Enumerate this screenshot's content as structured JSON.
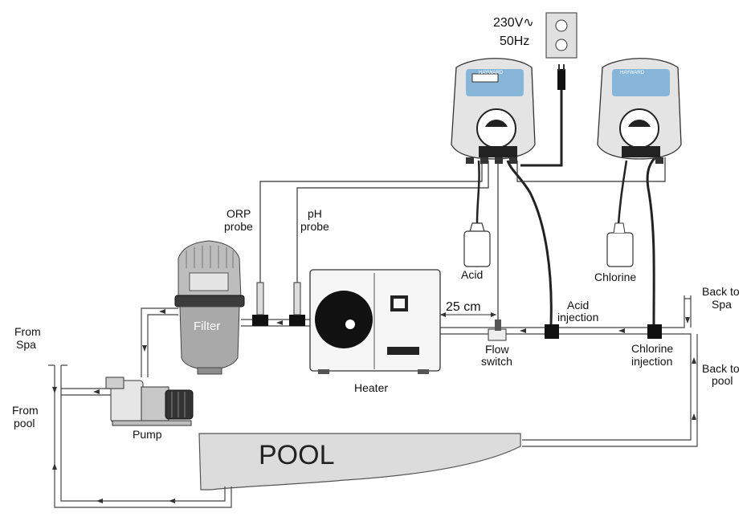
{
  "power": {
    "voltage": "230V∿",
    "frequency": "50Hz"
  },
  "labels": {
    "orp_probe": [
      "ORP",
      "probe"
    ],
    "ph_probe": [
      "pH",
      "probe"
    ],
    "acid": "Acid",
    "chlorine": "Chlorine",
    "filter": "Filter",
    "heater": "Heater",
    "pump": "Pump",
    "pool": "POOL",
    "from_spa": [
      "From",
      "Spa"
    ],
    "from_pool": [
      "From",
      "pool"
    ],
    "back_to_spa": [
      "Back to",
      "Spa"
    ],
    "back_to_pool": [
      "Back to",
      "pool"
    ],
    "distance": "25 cm",
    "flow_switch": [
      "Flow",
      "switch"
    ],
    "acid_injection": [
      "Acid",
      "injection"
    ],
    "chlorine_injection": [
      "Chlorine",
      "injection"
    ]
  },
  "brand": "HAYWARD",
  "colors": {
    "accent_blue": "#3a8fd0",
    "equipment_gray": "#b9b9b9",
    "pool_fill": "#dcdcdc"
  }
}
